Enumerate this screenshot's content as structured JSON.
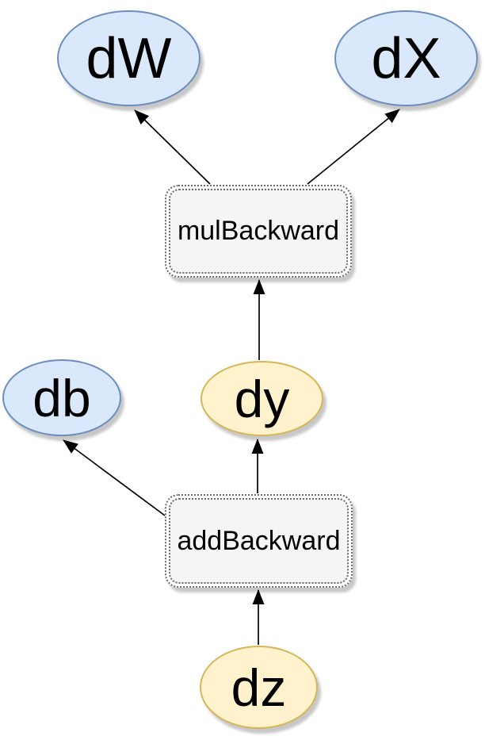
{
  "diagram": {
    "description": "Backward-pass computation graph",
    "nodes": {
      "dW": {
        "label": "dW",
        "shape": "ellipse",
        "fill": "#dae8fc",
        "stroke": "#6c8ebf"
      },
      "dX": {
        "label": "dX",
        "shape": "ellipse",
        "fill": "#dae8fc",
        "stroke": "#6c8ebf"
      },
      "mulBackward": {
        "label": "mulBackward",
        "shape": "rounded-box",
        "fill": "#f5f5f5",
        "stroke": "#6b6b6b"
      },
      "db": {
        "label": "db",
        "shape": "ellipse",
        "fill": "#dae8fc",
        "stroke": "#6c8ebf"
      },
      "dy": {
        "label": "dy",
        "shape": "ellipse",
        "fill": "#fff2cc",
        "stroke": "#d6b656"
      },
      "addBackward": {
        "label": "addBackward",
        "shape": "rounded-box",
        "fill": "#f5f5f5",
        "stroke": "#6b6b6b"
      },
      "dz": {
        "label": "dz",
        "shape": "ellipse",
        "fill": "#fff2cc",
        "stroke": "#d6b656"
      }
    },
    "edges": [
      {
        "from": "mulBackward",
        "to": "dW"
      },
      {
        "from": "mulBackward",
        "to": "dX"
      },
      {
        "from": "dy",
        "to": "mulBackward"
      },
      {
        "from": "addBackward",
        "to": "db"
      },
      {
        "from": "addBackward",
        "to": "dy"
      },
      {
        "from": "dz",
        "to": "addBackward"
      }
    ],
    "colors": {
      "edge": "#000000",
      "background": "#ffffff",
      "shadow": "rgba(0,0,0,0.22)"
    }
  }
}
